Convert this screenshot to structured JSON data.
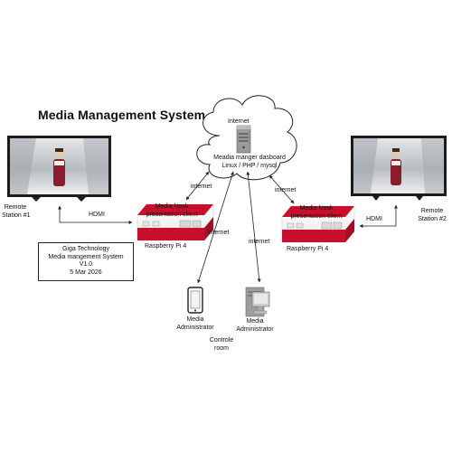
{
  "title": "Media Management System",
  "cloud": {
    "label": "Internet",
    "server_caption_line1": "Meadia manger dasboard",
    "server_caption_line2": "Linux / PHP / mysql"
  },
  "remote_station_1": {
    "name_line1": "Remote",
    "name_line2": "Station #1",
    "link_label": "HDMI"
  },
  "remote_station_2": {
    "name_line1": "Remote",
    "name_line2": "Station #2",
    "link_label": "HDMI"
  },
  "kiosk_1": {
    "caption_line1": "Media kiosk",
    "caption_line2": "presentation client",
    "device_label": "Raspberry Pi 4",
    "link_label": "internet"
  },
  "kiosk_2": {
    "caption_line1": "Media kiosk",
    "caption_line2": "presentation client",
    "device_label": "Raspberry Pi 4",
    "link_label": "internet"
  },
  "admin_phone": {
    "label_line1": "Media",
    "label_line2": "Administrator",
    "link_label": "internet"
  },
  "admin_pc": {
    "label_line1": "Media",
    "label_line2": "Administrator",
    "link_label": "internet"
  },
  "control_room": {
    "line1": "Controle",
    "line2": "room"
  },
  "info_box": {
    "line1": "Giga Technology",
    "line2": "Media mangement System",
    "line3": "V1.0",
    "line4": "5 Mar 2026"
  },
  "colors": {
    "accent": "#c8102e",
    "line": "#222222",
    "tv_frame": "#1c1c1c",
    "screen_snow": "#c9ccd0",
    "coat": "#8b1c2a"
  },
  "icons": [
    "cloud-icon",
    "server-icon",
    "tv-icon",
    "raspberry-pi-icon",
    "smartphone-icon",
    "desktop-pc-icon"
  ]
}
